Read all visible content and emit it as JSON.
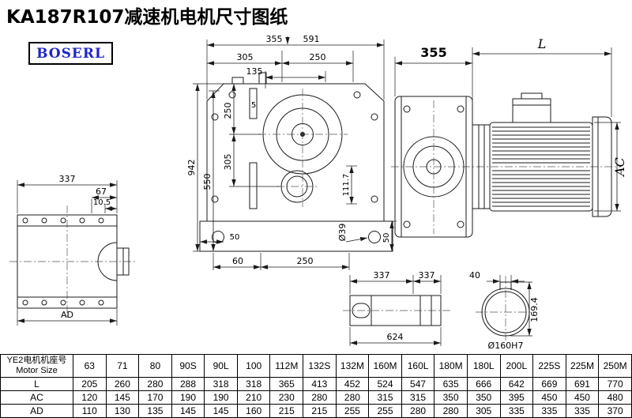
{
  "title": "KA187R107减速机电机尺寸图纸",
  "logo": "BOSERL",
  "colors": {
    "logo_blue": "#1f25c8",
    "line": "#1a1a1a"
  },
  "drawing": {
    "left_view": {
      "width_337": "337",
      "dim_67": "67",
      "dim_10_5": "10.5",
      "dim_AD": "AD"
    },
    "front_view": {
      "dim_355_top": "355",
      "dim_591": "591",
      "dim_305_top": "305",
      "dim_250_top": "250",
      "dim_135": "135",
      "dim_942": "942",
      "dim_550": "550",
      "dim_250_left": "250",
      "dim_5": "5",
      "dim_305_left": "305",
      "dim_111_7": "111.7",
      "dim_50_left": "50",
      "dim_60": "60",
      "dim_250_bottom": "250",
      "dim_dia39": "Ø39",
      "dim_50_right": "50"
    },
    "motor_view": {
      "dim_355": "355",
      "dim_L": "L",
      "dim_AC": "AC"
    },
    "shaft_view": {
      "dim_337_a": "337",
      "dim_337_b": "337",
      "dim_624": "624"
    },
    "bore_view": {
      "dim_40": "40",
      "dim_169_4": "169.4",
      "dim_dia160": "Ø160H7"
    }
  },
  "table": {
    "header_cn": "YE2电机机座号",
    "header_en": "Motor Size",
    "sizes": [
      "63",
      "71",
      "80",
      "90S",
      "90L",
      "100",
      "112M",
      "132S",
      "132M",
      "160M",
      "160L",
      "180M",
      "180L",
      "200L",
      "225S",
      "225M",
      "250M"
    ],
    "rows": [
      {
        "label": "L",
        "values": [
          "205",
          "260",
          "280",
          "288",
          "318",
          "318",
          "365",
          "413",
          "452",
          "524",
          "547",
          "635",
          "666",
          "642",
          "669",
          "691",
          "770"
        ]
      },
      {
        "label": "AC",
        "values": [
          "120",
          "145",
          "170",
          "190",
          "190",
          "210",
          "230",
          "280",
          "280",
          "315",
          "315",
          "350",
          "350",
          "395",
          "450",
          "450",
          "480"
        ]
      },
      {
        "label": "AD",
        "values": [
          "110",
          "130",
          "135",
          "145",
          "145",
          "160",
          "215",
          "215",
          "255",
          "255",
          "280",
          "280",
          "305",
          "335",
          "335",
          "335",
          "370"
        ]
      }
    ]
  }
}
